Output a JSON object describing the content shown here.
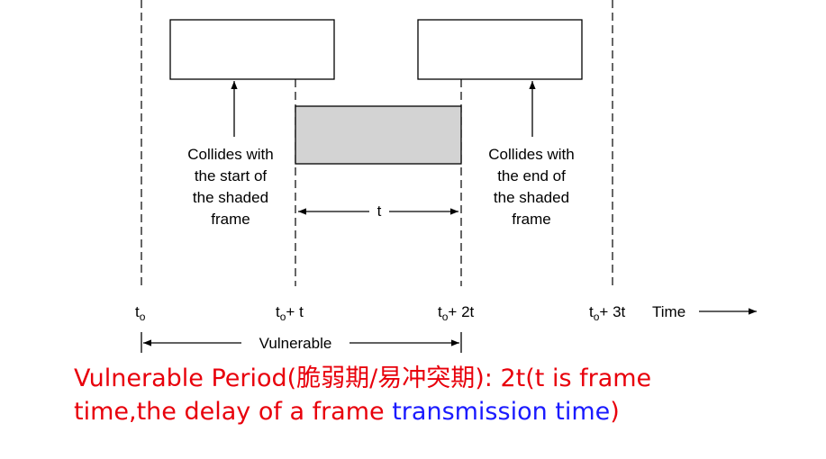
{
  "diagram": {
    "labels": {
      "collides_start": [
        "Collides with",
        "the start of",
        "the shaded",
        "frame"
      ],
      "collides_end": [
        "Collides with",
        "the end of",
        "the shaded",
        "frame"
      ],
      "duration": "t",
      "axis_ticks": {
        "t0": "t",
        "t0_sub": "o",
        "t1": "t",
        "t1_sub": "o",
        "t1_suffix": "+ t",
        "t2": "t",
        "t2_sub": "o",
        "t2_suffix": "+ 2t",
        "t3": "t",
        "t3_sub": "o",
        "t3_suffix": "+ 3t"
      },
      "axis_label": "Time",
      "vulnerable": "Vulnerable"
    },
    "colors": {
      "shaded_frame": "#d3d3d3",
      "line": "#000000"
    }
  },
  "caption": {
    "line1": "Vulnerable Period(脆弱期/易冲突期): 2t(t is frame",
    "line2_prefix": "time,the delay of a frame ",
    "line2_highlight": "transmission time",
    "line2_suffix": ")",
    "color": "#e8000b",
    "highlight_color": "#1a1aff"
  }
}
